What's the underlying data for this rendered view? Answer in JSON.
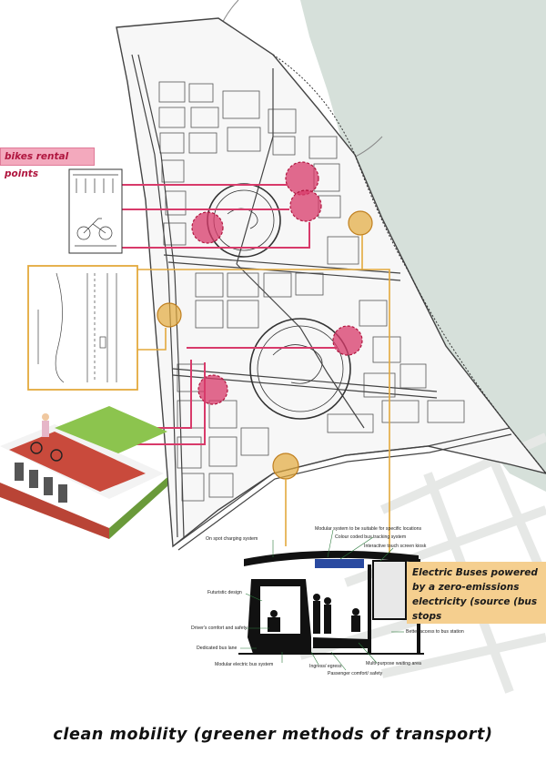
{
  "labels": {
    "bike_rental": "bikes rental points",
    "electric_buses": "Electric Buses powered by a zero-emissions electricity (source (bus stops",
    "caption": "clean mobility (greener methods of transport)"
  },
  "bus_stop_annotations": {
    "on_spot_charging": "On spot charging system",
    "modular_system": "Modular system to be suitable for specific locations",
    "colour_coded": "Colour coded bus tracking system",
    "touch_kiosk": "Interactive touch screen kiosk",
    "futuristic": "Futuristic design",
    "drivers_comfort": "Driver's comfort and safety",
    "dedicated_lane": "Dedicated bus lane",
    "modular_electric": "Modular electric bus system",
    "ingress": "Ingress/ egress",
    "passenger_comfort": "Passenger comfort/ safety",
    "waiting_area": "Multi-purpose waiting area",
    "better_access": "Better access to bus station"
  },
  "colors": {
    "water": "#d6e0da",
    "pink_accent": "#d83a6a",
    "gold_accent": "#e3a93c",
    "map_line": "#555555"
  }
}
